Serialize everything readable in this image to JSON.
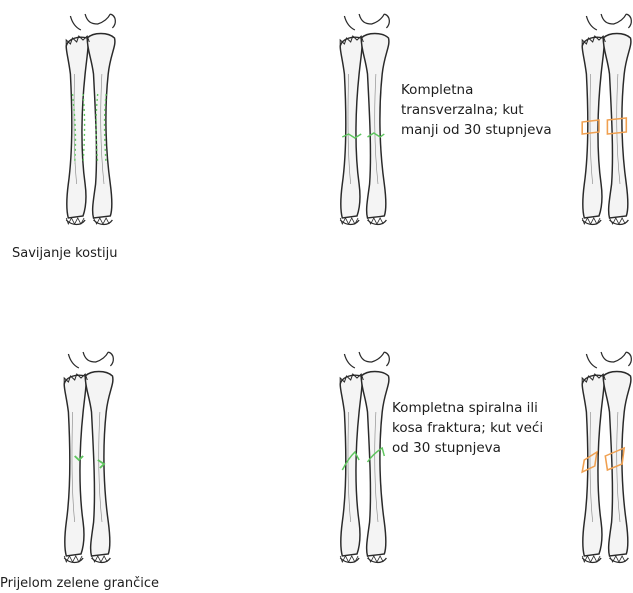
{
  "labels": {
    "bending": "Savijanje kostiju",
    "complete_transverse": [
      "Kompletna",
      "transverzalna; kut",
      "manji od 30 stupnjeva"
    ],
    "complete_spiral": [
      "Kompletna spiralna ili",
      "kosa fraktura; kut veći",
      "od 30 stupnjeva"
    ],
    "greenstick": "Prijelom zelene grančice"
  },
  "colors": {
    "bone_outline": "#2a2a2a",
    "fracture_green": "#5ec65e",
    "fracture_orange": "#f0a050"
  }
}
